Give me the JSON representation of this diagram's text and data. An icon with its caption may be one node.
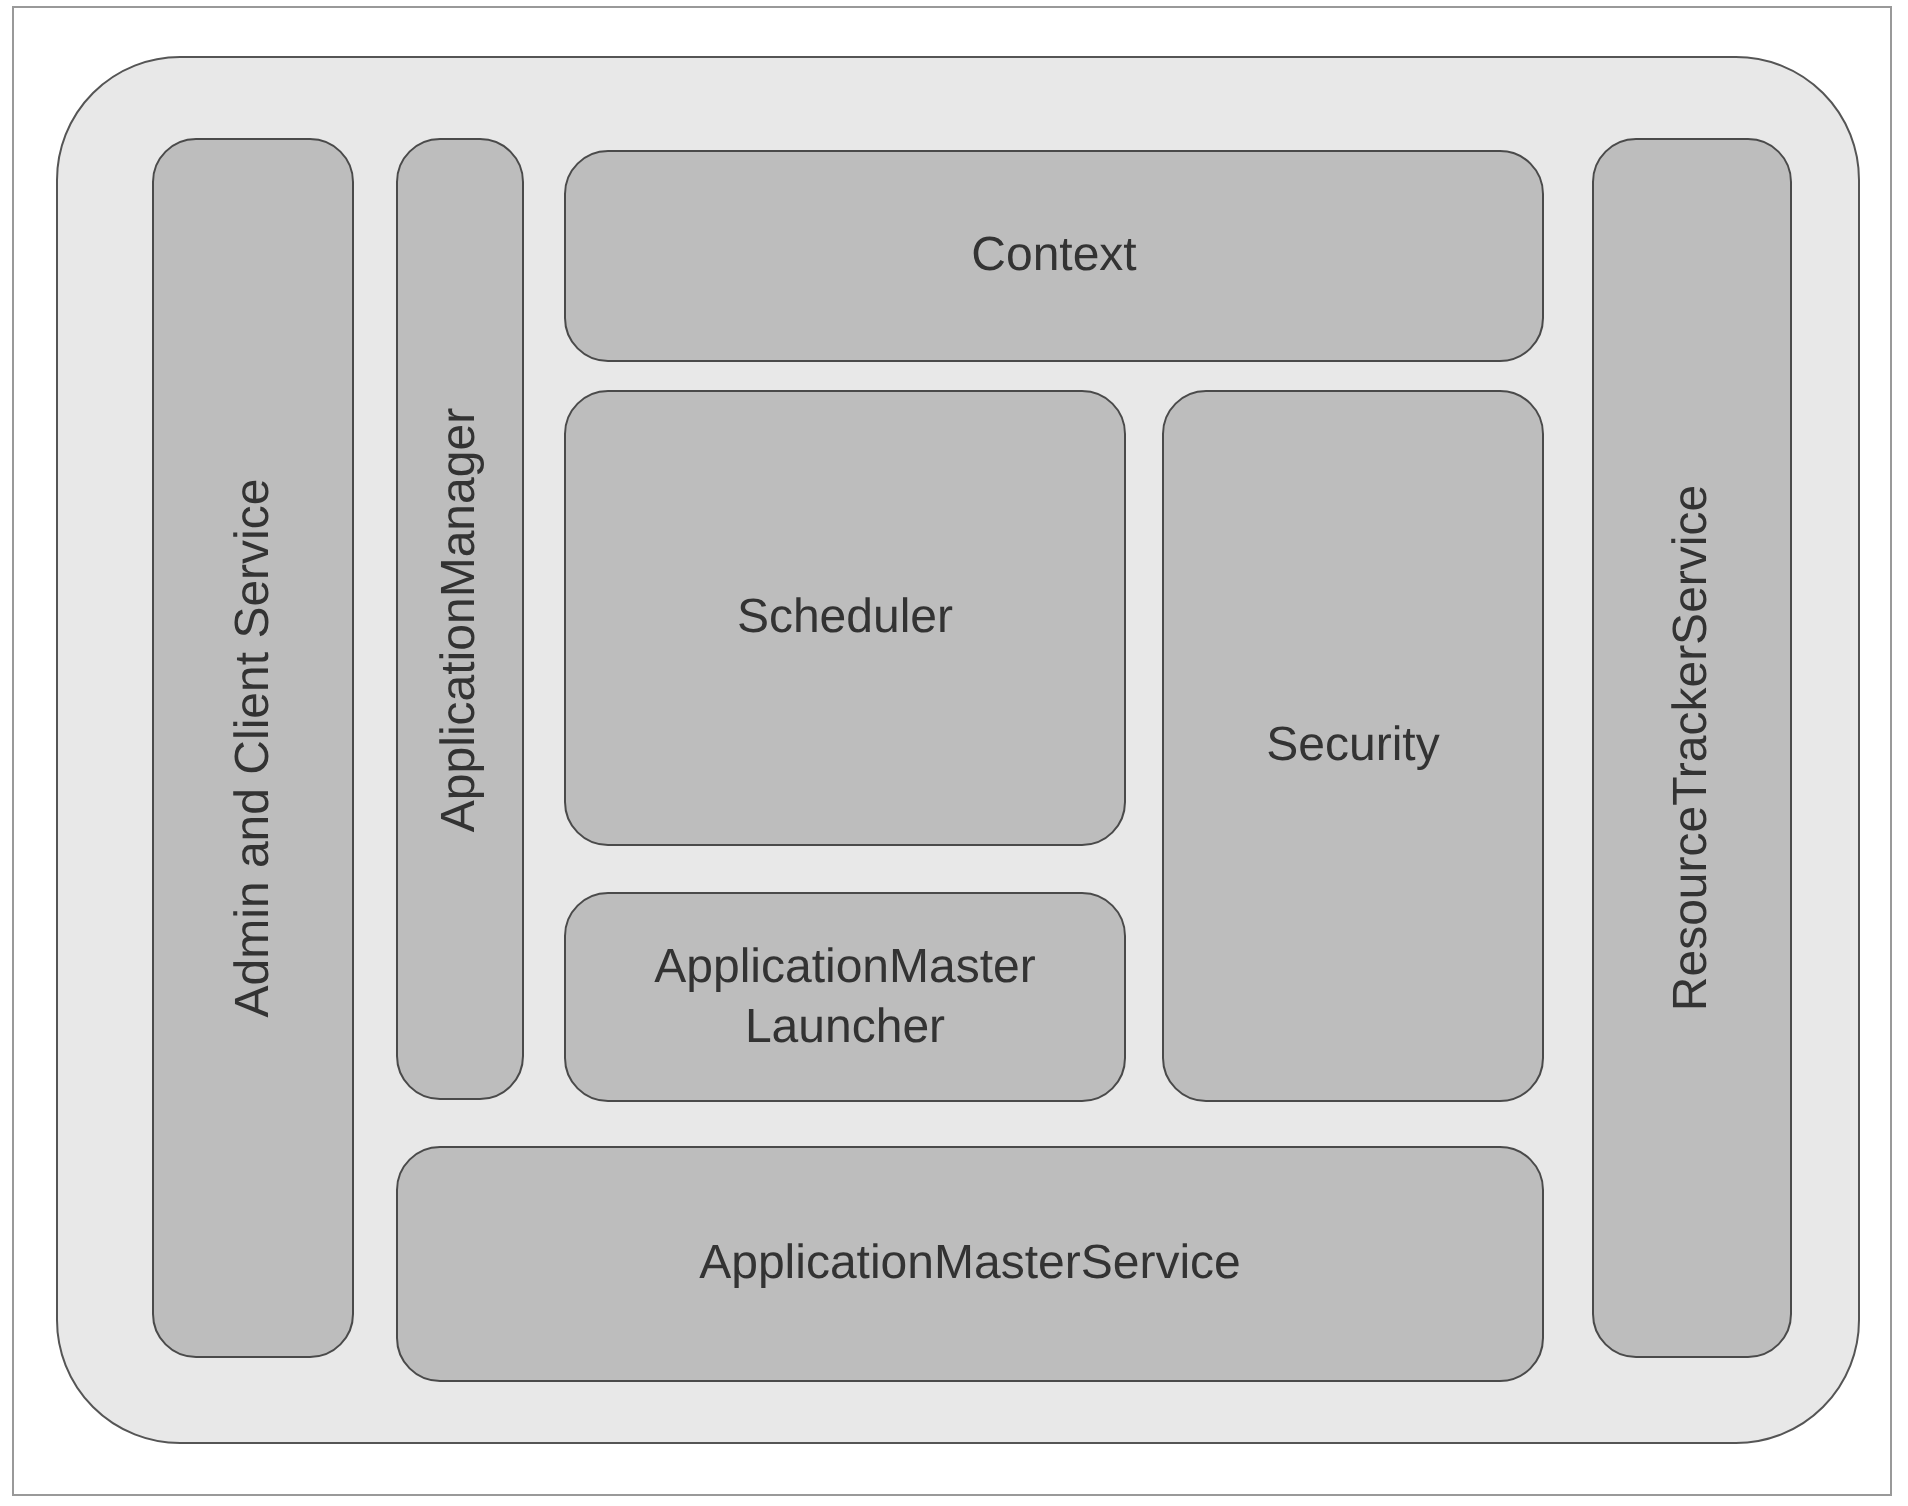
{
  "diagram": {
    "nodes": [
      {
        "text": [],
        "shape": "box"
      },
      {
        "text": [
          "Admin and Client Service"
        ],
        "in": 0
      },
      {
        "text": [
          "ApplicationManager"
        ],
        "in": 0
      },
      {
        "text": [
          "Context"
        ],
        "in": 0
      },
      {
        "text": [
          "Scheduler"
        ],
        "in": 0
      },
      {
        "text": [
          "Security"
        ],
        "in": 0
      },
      {
        "text": [
          "ApplicationMaster Launcher"
        ],
        "in": 0
      },
      {
        "text": [
          "ApplicationMasterService"
        ],
        "in": 0
      },
      {
        "text": [
          "ResourceTrackerService"
        ],
        "in": 0
      }
    ]
  }
}
